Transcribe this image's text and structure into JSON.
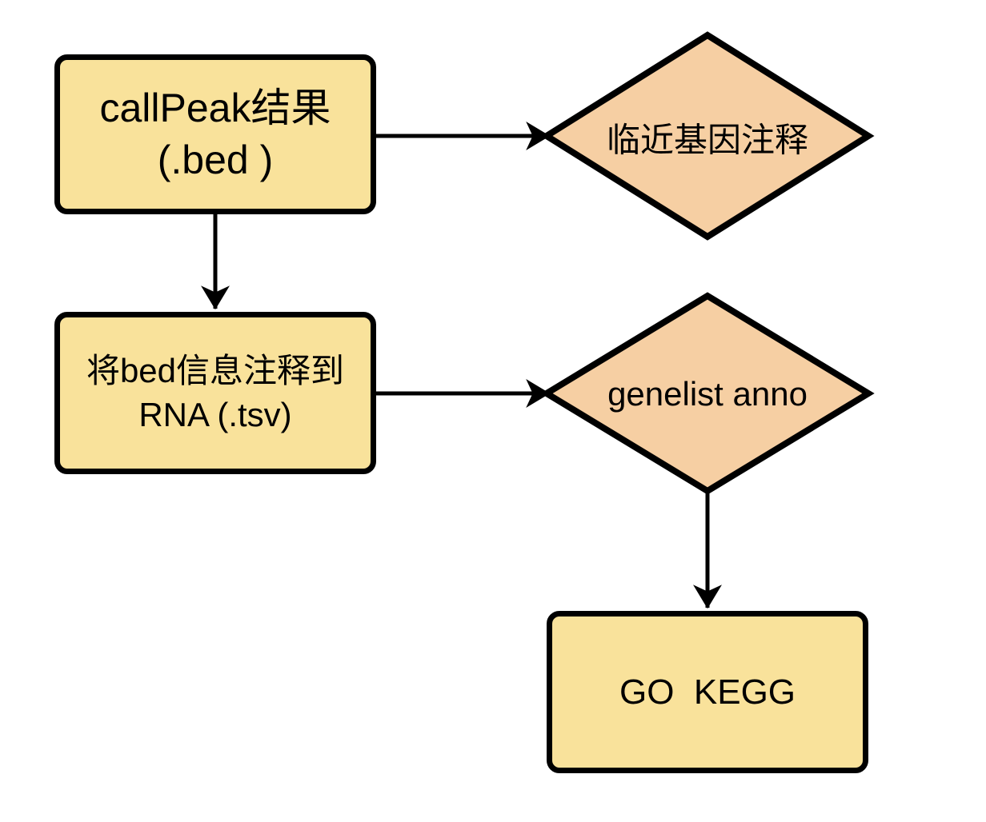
{
  "colors": {
    "box_fill": "#F9E29B",
    "diamond_fill": "#F6CFA3",
    "stroke": "#000000",
    "text": "#000000",
    "background": "#FFFFFF"
  },
  "nodes": {
    "callpeak_box": {
      "line1": "callPeak结果",
      "line2": "(.bed )"
    },
    "nearby_gene_diamond": {
      "label": "临近基因注释"
    },
    "bed_anno_box": {
      "line1": "将bed信息注释到",
      "line2": "RNA (.tsv)"
    },
    "genelist_diamond": {
      "label": "genelist anno"
    },
    "go_kegg_box": {
      "label": "GO  KEGG"
    }
  }
}
